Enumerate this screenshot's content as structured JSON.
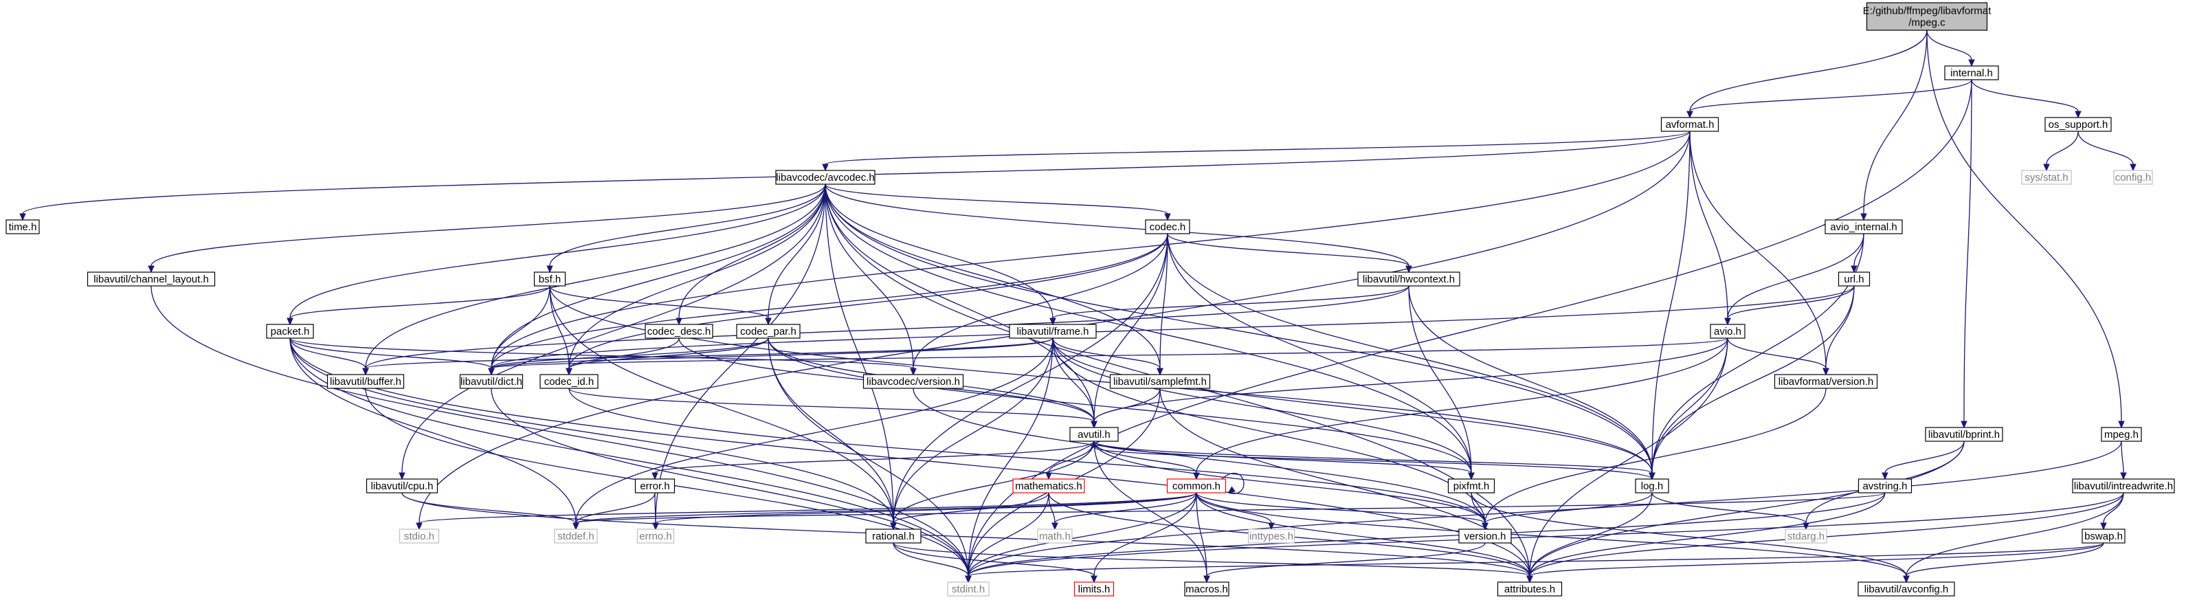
{
  "graph": {
    "colors": {
      "edge": "#191970",
      "root_fill": "#bfbfbf",
      "missing_border": "#bfbfbf",
      "truncated_border": "#ff0000"
    },
    "nodes": [
      {
        "id": "root",
        "lines": [
          "E:/github/ffmpeg/libavformat",
          "/mpeg.c"
        ],
        "style": "root"
      },
      {
        "id": "internal",
        "lines": [
          "internal.h"
        ]
      },
      {
        "id": "avformat",
        "lines": [
          "avformat.h"
        ]
      },
      {
        "id": "os_support",
        "lines": [
          "os_support.h"
        ]
      },
      {
        "id": "sys_stat",
        "lines": [
          "sys/stat.h"
        ],
        "style": "gray"
      },
      {
        "id": "config",
        "lines": [
          "config.h"
        ],
        "style": "gray"
      },
      {
        "id": "avcodec",
        "lines": [
          "libavcodec/avcodec.h"
        ]
      },
      {
        "id": "time",
        "lines": [
          "time.h"
        ]
      },
      {
        "id": "avio_internal",
        "lines": [
          "avio_internal.h"
        ]
      },
      {
        "id": "codec",
        "lines": [
          "codec.h"
        ]
      },
      {
        "id": "chlayout",
        "lines": [
          "libavutil/channel_layout.h"
        ]
      },
      {
        "id": "bsf",
        "lines": [
          "bsf.h"
        ]
      },
      {
        "id": "hwcontext",
        "lines": [
          "libavutil/hwcontext.h"
        ]
      },
      {
        "id": "url",
        "lines": [
          "url.h"
        ]
      },
      {
        "id": "packet",
        "lines": [
          "packet.h"
        ]
      },
      {
        "id": "codec_desc",
        "lines": [
          "codec_desc.h"
        ]
      },
      {
        "id": "codec_par",
        "lines": [
          "codec_par.h"
        ]
      },
      {
        "id": "frame",
        "lines": [
          "libavutil/frame.h"
        ]
      },
      {
        "id": "avio",
        "lines": [
          "avio.h"
        ]
      },
      {
        "id": "buffer",
        "lines": [
          "libavutil/buffer.h"
        ]
      },
      {
        "id": "dict",
        "lines": [
          "libavutil/dict.h"
        ]
      },
      {
        "id": "codec_id",
        "lines": [
          "codec_id.h"
        ]
      },
      {
        "id": "avc_version",
        "lines": [
          "libavcodec/version.h"
        ]
      },
      {
        "id": "samplefmt",
        "lines": [
          "libavutil/samplefmt.h"
        ]
      },
      {
        "id": "avf_version",
        "lines": [
          "libavformat/version.h"
        ]
      },
      {
        "id": "avutil",
        "lines": [
          "avutil.h"
        ]
      },
      {
        "id": "bprint",
        "lines": [
          "libavutil/bprint.h"
        ]
      },
      {
        "id": "mpeg",
        "lines": [
          "mpeg.h"
        ]
      },
      {
        "id": "cpu",
        "lines": [
          "libavutil/cpu.h"
        ]
      },
      {
        "id": "error",
        "lines": [
          "error.h"
        ]
      },
      {
        "id": "mathematics",
        "lines": [
          "mathematics.h"
        ],
        "style": "red"
      },
      {
        "id": "common",
        "lines": [
          "common.h"
        ],
        "style": "red"
      },
      {
        "id": "pixfmt",
        "lines": [
          "pixfmt.h"
        ]
      },
      {
        "id": "log",
        "lines": [
          "log.h"
        ]
      },
      {
        "id": "avstring",
        "lines": [
          "avstring.h"
        ]
      },
      {
        "id": "intreadwrite",
        "lines": [
          "libavutil/intreadwrite.h"
        ]
      },
      {
        "id": "stdio",
        "lines": [
          "stdio.h"
        ],
        "style": "gray"
      },
      {
        "id": "stddef",
        "lines": [
          "stddef.h"
        ],
        "style": "gray"
      },
      {
        "id": "errno",
        "lines": [
          "errno.h"
        ],
        "style": "gray"
      },
      {
        "id": "rational",
        "lines": [
          "rational.h"
        ]
      },
      {
        "id": "math",
        "lines": [
          "math.h"
        ],
        "style": "gray"
      },
      {
        "id": "inttypes",
        "lines": [
          "inttypes.h"
        ],
        "style": "gray"
      },
      {
        "id": "version",
        "lines": [
          "version.h"
        ]
      },
      {
        "id": "stdarg",
        "lines": [
          "stdarg.h"
        ],
        "style": "gray"
      },
      {
        "id": "bswap",
        "lines": [
          "bswap.h"
        ]
      },
      {
        "id": "stdint",
        "lines": [
          "stdint.h"
        ],
        "style": "gray"
      },
      {
        "id": "limits",
        "lines": [
          "limits.h"
        ],
        "style": "red"
      },
      {
        "id": "macros",
        "lines": [
          "macros.h"
        ]
      },
      {
        "id": "attributes",
        "lines": [
          "attributes.h"
        ]
      },
      {
        "id": "avconfig",
        "lines": [
          "libavutil/avconfig.h"
        ]
      }
    ],
    "edges": [
      [
        "root",
        "internal"
      ],
      [
        "root",
        "avformat"
      ],
      [
        "root",
        "avio_internal"
      ],
      [
        "root",
        "mpeg"
      ],
      [
        "internal",
        "avformat"
      ],
      [
        "internal",
        "os_support"
      ],
      [
        "internal",
        "bprint"
      ],
      [
        "internal",
        "stdint"
      ],
      [
        "os_support",
        "sys_stat"
      ],
      [
        "os_support",
        "config"
      ],
      [
        "avformat",
        "time"
      ],
      [
        "avformat",
        "stdio"
      ],
      [
        "avformat",
        "avcodec"
      ],
      [
        "avformat",
        "dict"
      ],
      [
        "avformat",
        "avio"
      ],
      [
        "avformat",
        "avf_version"
      ],
      [
        "avformat",
        "log"
      ],
      [
        "avcodec",
        "chlayout"
      ],
      [
        "avcodec",
        "packet"
      ],
      [
        "avcodec",
        "cpu"
      ],
      [
        "avcodec",
        "errno"
      ],
      [
        "avcodec",
        "bsf"
      ],
      [
        "avcodec",
        "buffer"
      ],
      [
        "avcodec",
        "dict"
      ],
      [
        "avcodec",
        "codec_id"
      ],
      [
        "avcodec",
        "codec_desc"
      ],
      [
        "avcodec",
        "codec_par"
      ],
      [
        "avcodec",
        "avc_version"
      ],
      [
        "avcodec",
        "frame"
      ],
      [
        "avcodec",
        "samplefmt"
      ],
      [
        "avcodec",
        "codec"
      ],
      [
        "avcodec",
        "hwcontext"
      ],
      [
        "avcodec",
        "avutil"
      ],
      [
        "avcodec",
        "rational"
      ],
      [
        "avcodec",
        "pixfmt"
      ],
      [
        "avcodec",
        "log"
      ],
      [
        "avcodec",
        "attributes"
      ],
      [
        "codec",
        "codec_id"
      ],
      [
        "codec",
        "hwcontext"
      ],
      [
        "codec",
        "avc_version"
      ],
      [
        "codec",
        "samplefmt"
      ],
      [
        "codec",
        "avutil"
      ],
      [
        "codec",
        "rational"
      ],
      [
        "codec",
        "pixfmt"
      ],
      [
        "codec",
        "log"
      ],
      [
        "codec",
        "dict"
      ],
      [
        "bsf",
        "packet"
      ],
      [
        "bsf",
        "codec_par"
      ],
      [
        "bsf",
        "codec_id"
      ],
      [
        "bsf",
        "dict"
      ],
      [
        "bsf",
        "log"
      ],
      [
        "bsf",
        "rational"
      ],
      [
        "hwcontext",
        "frame"
      ],
      [
        "hwcontext",
        "pixfmt"
      ],
      [
        "hwcontext",
        "log"
      ],
      [
        "hwcontext",
        "buffer"
      ],
      [
        "chlayout",
        "stdint"
      ],
      [
        "avio_internal",
        "avio"
      ],
      [
        "avio_internal",
        "url"
      ],
      [
        "avio_internal",
        "log"
      ],
      [
        "url",
        "avio"
      ],
      [
        "url",
        "avf_version"
      ],
      [
        "url",
        "dict"
      ],
      [
        "url",
        "log"
      ],
      [
        "packet",
        "buffer"
      ],
      [
        "packet",
        "dict"
      ],
      [
        "packet",
        "avc_version"
      ],
      [
        "packet",
        "attributes"
      ],
      [
        "packet",
        "stddef"
      ],
      [
        "packet",
        "stdint"
      ],
      [
        "packet",
        "rational"
      ],
      [
        "codec_desc",
        "codec_id"
      ],
      [
        "codec_desc",
        "avutil"
      ],
      [
        "codec_par",
        "codec_id"
      ],
      [
        "codec_par",
        "avutil"
      ],
      [
        "codec_par",
        "pixfmt"
      ],
      [
        "codec_par",
        "rational"
      ],
      [
        "codec_par",
        "stdint"
      ],
      [
        "codec_par",
        "dict"
      ],
      [
        "frame",
        "buffer"
      ],
      [
        "frame",
        "dict"
      ],
      [
        "frame",
        "samplefmt"
      ],
      [
        "frame",
        "avutil"
      ],
      [
        "frame",
        "rational"
      ],
      [
        "frame",
        "pixfmt"
      ],
      [
        "frame",
        "log"
      ],
      [
        "frame",
        "version"
      ],
      [
        "frame",
        "stddef"
      ],
      [
        "frame",
        "stdint"
      ],
      [
        "avio",
        "avutil"
      ],
      [
        "avio",
        "dict"
      ],
      [
        "avio",
        "log"
      ],
      [
        "avio",
        "common"
      ],
      [
        "avio",
        "avf_version"
      ],
      [
        "avio",
        "attributes"
      ],
      [
        "buffer",
        "stdint"
      ],
      [
        "dict",
        "stdint"
      ],
      [
        "codec_id",
        "avutil"
      ],
      [
        "codec_id",
        "version"
      ],
      [
        "avc_version",
        "version"
      ],
      [
        "samplefmt",
        "avutil"
      ],
      [
        "samplefmt",
        "attributes"
      ],
      [
        "samplefmt",
        "stdint"
      ],
      [
        "avf_version",
        "version"
      ],
      [
        "avutil",
        "error"
      ],
      [
        "avutil",
        "mathematics"
      ],
      [
        "avutil",
        "common"
      ],
      [
        "avutil",
        "rational"
      ],
      [
        "avutil",
        "macros"
      ],
      [
        "avutil",
        "version"
      ],
      [
        "avutil",
        "log"
      ],
      [
        "avutil",
        "pixfmt"
      ],
      [
        "cpu",
        "attributes"
      ],
      [
        "cpu",
        "stddef"
      ],
      [
        "error",
        "errno"
      ],
      [
        "error",
        "stddef"
      ],
      [
        "mathematics",
        "stdint"
      ],
      [
        "mathematics",
        "math"
      ],
      [
        "mathematics",
        "rational"
      ],
      [
        "mathematics",
        "attributes"
      ],
      [
        "common",
        "stdio"
      ],
      [
        "common",
        "stddef"
      ],
      [
        "common",
        "errno"
      ],
      [
        "common",
        "math"
      ],
      [
        "common",
        "inttypes"
      ],
      [
        "common",
        "stdint"
      ],
      [
        "common",
        "limits"
      ],
      [
        "common",
        "macros"
      ],
      [
        "common",
        "attributes"
      ],
      [
        "common",
        "version"
      ],
      [
        "common",
        "avconfig"
      ],
      [
        "common",
        "common"
      ],
      [
        "rational",
        "stdint"
      ],
      [
        "rational",
        "limits"
      ],
      [
        "rational",
        "attributes"
      ],
      [
        "pixfmt",
        "version"
      ],
      [
        "pixfmt",
        "avconfig"
      ],
      [
        "log",
        "stdarg"
      ],
      [
        "log",
        "version"
      ],
      [
        "log",
        "attributes"
      ],
      [
        "log",
        "avutil"
      ],
      [
        "version",
        "macros"
      ],
      [
        "bprint",
        "stdarg"
      ],
      [
        "bprint",
        "avstring"
      ],
      [
        "bprint",
        "attributes"
      ],
      [
        "avstring",
        "stddef"
      ],
      [
        "avstring",
        "stdint"
      ],
      [
        "avstring",
        "attributes"
      ],
      [
        "mpeg",
        "stdint"
      ],
      [
        "mpeg",
        "intreadwrite"
      ],
      [
        "intreadwrite",
        "stdint"
      ],
      [
        "intreadwrite",
        "bswap"
      ],
      [
        "intreadwrite",
        "attributes"
      ],
      [
        "intreadwrite",
        "avconfig"
      ],
      [
        "bswap",
        "stdint"
      ],
      [
        "bswap",
        "attributes"
      ],
      [
        "bswap",
        "avconfig"
      ]
    ]
  }
}
